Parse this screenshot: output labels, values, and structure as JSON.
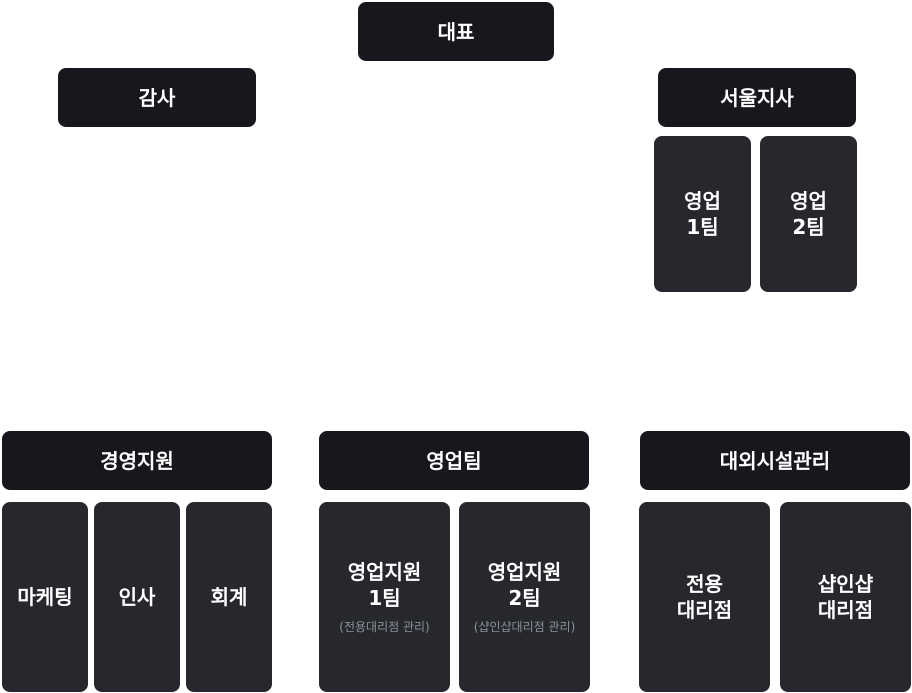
{
  "ceo": "대표",
  "audit": "감사",
  "seoul_branch": {
    "title": "서울지사",
    "teams": [
      {
        "line1": "영업",
        "line2": "1팀"
      },
      {
        "line1": "영업",
        "line2": "2팀"
      }
    ]
  },
  "management_support": {
    "title": "경영지원",
    "teams": [
      "마케팅",
      "인사",
      "회계"
    ]
  },
  "sales_team": {
    "title": "영업팀",
    "teams": [
      {
        "line1": "영업지원",
        "line2": "1팀",
        "note": "(전용대리점 관리)"
      },
      {
        "line1": "영업지원",
        "line2": "2팀",
        "note": "(샵인샵대리점 관리)"
      }
    ]
  },
  "external_facilities": {
    "title": "대외시설관리",
    "teams": [
      {
        "line1": "전용",
        "line2": "대리점"
      },
      {
        "line1": "샵인샵",
        "line2": "대리점"
      }
    ]
  }
}
